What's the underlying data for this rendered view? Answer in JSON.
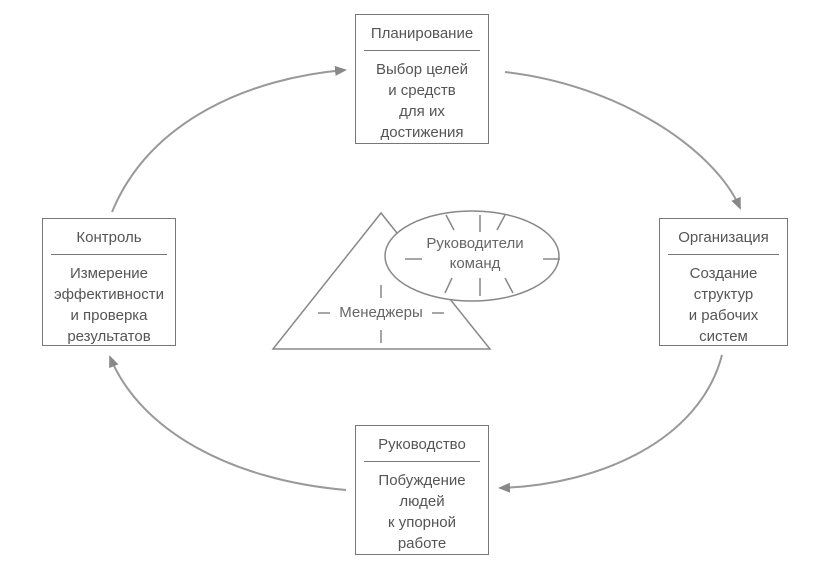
{
  "boxes": {
    "planning": {
      "title": "Планирование",
      "lines": [
        "Выбор целей",
        "и средств",
        "для их",
        "достижения"
      ]
    },
    "organization": {
      "title": "Организация",
      "lines": [
        "Создание",
        "структур",
        "и рабочих",
        "систем"
      ]
    },
    "leadership": {
      "title": "Руководство",
      "lines": [
        "Побуждение",
        "людей",
        "к упорной",
        "работе"
      ]
    },
    "control": {
      "title": "Контроль",
      "lines": [
        "Измерение",
        "эффективности",
        "и проверка",
        "результатов"
      ]
    }
  },
  "center": {
    "team_leaders": [
      "Руководители",
      "команд"
    ],
    "managers": "Менеджеры"
  },
  "colors": {
    "line": "#777777",
    "text": "#555555"
  }
}
